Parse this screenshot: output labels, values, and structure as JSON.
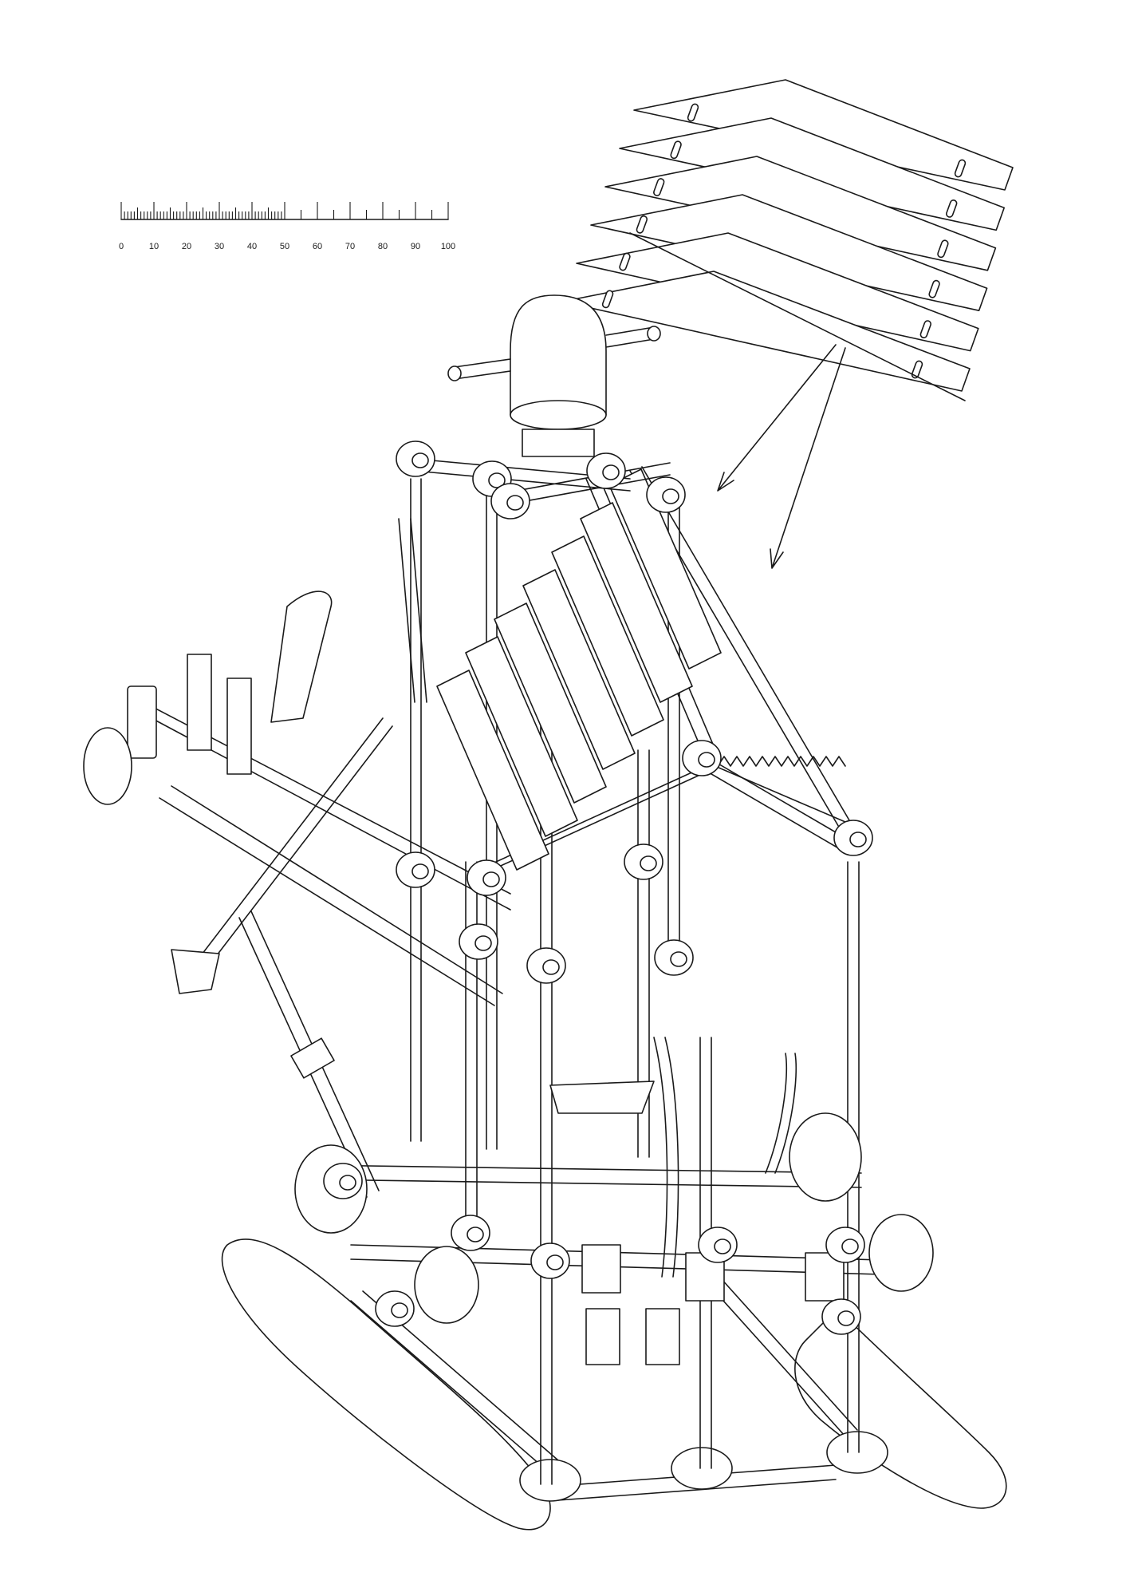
{
  "scale_bar": {
    "labels": [
      "0",
      "10",
      "20",
      "30",
      "40",
      "50",
      "60",
      "70",
      "80",
      "90",
      "100"
    ]
  },
  "colors": {
    "ink": "#1a1a1a",
    "paper": "#ffffff"
  }
}
